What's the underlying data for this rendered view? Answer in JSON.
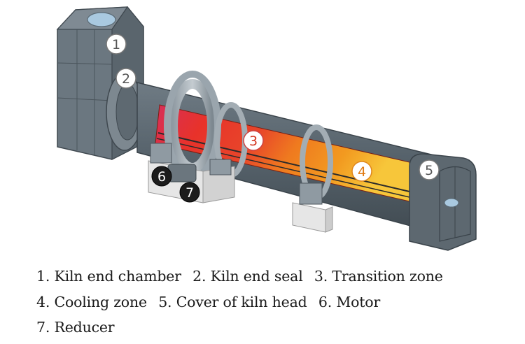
{
  "markers": [
    {
      "number": "1",
      "style": "light"
    },
    {
      "number": "2",
      "style": "light"
    },
    {
      "number": "3",
      "style": "red"
    },
    {
      "number": "4",
      "style": "orange"
    },
    {
      "number": "5",
      "style": "light"
    },
    {
      "number": "6",
      "style": "dark"
    },
    {
      "number": "7",
      "style": "dark"
    }
  ],
  "legend": [
    [
      "1. Kiln end chamber",
      "2. Kiln end seal",
      "3. Transition zone"
    ],
    [
      "4. Cooling zone",
      "5. Cover of kiln head",
      "6. Motor"
    ],
    [
      "7. Reducer"
    ]
  ],
  "colors": {
    "body": "#5b6770",
    "body_dark": "#4a555d",
    "ring": "#9aa5ad",
    "hot": "#e03a2a",
    "warm": "#f08a1e",
    "cool": "#f6c23b",
    "support": "#e6e6e6",
    "marker_dark": "#1c1c1c"
  }
}
